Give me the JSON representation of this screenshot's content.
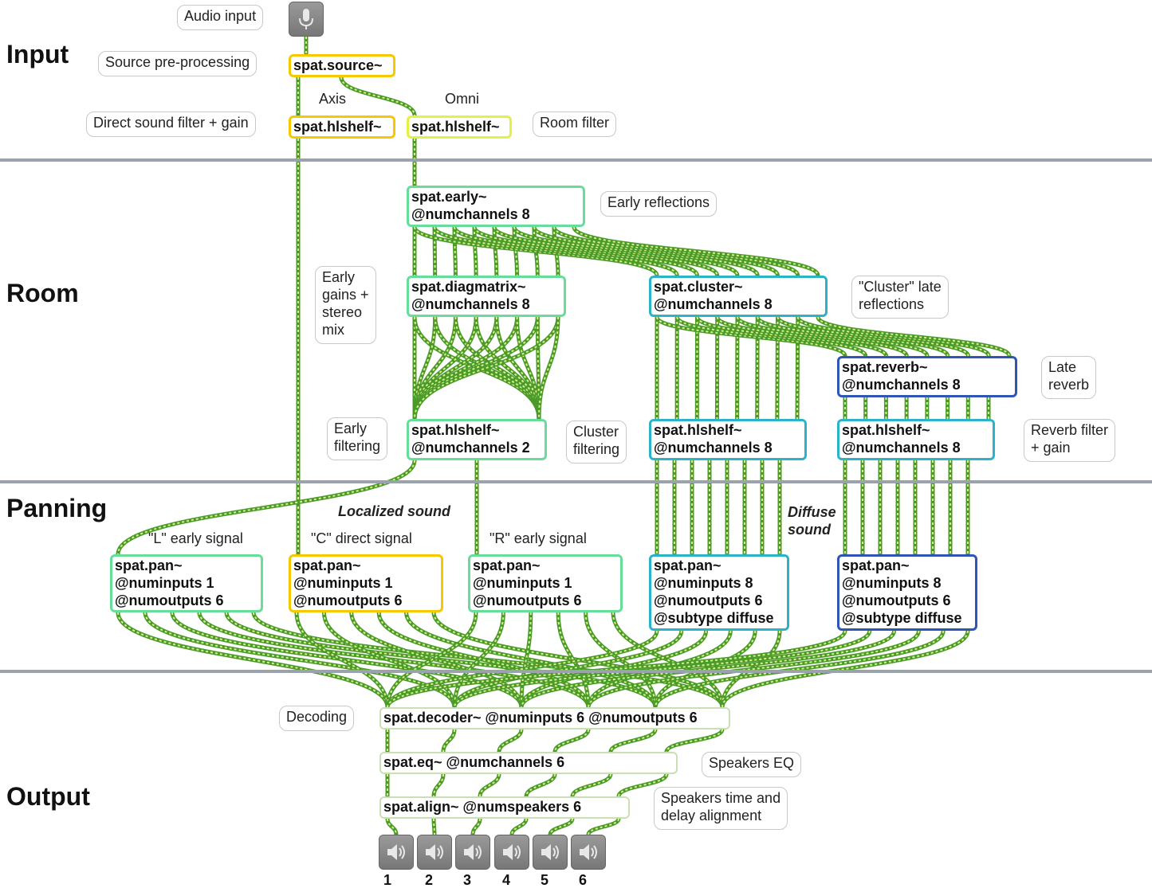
{
  "sections": {
    "input": "Input",
    "room": "Room",
    "panning": "Panning",
    "output": "Output"
  },
  "objects": {
    "source": "spat.source~",
    "hlshelf_axis": "spat.hlshelf~",
    "hlshelf_omni": "spat.hlshelf~",
    "early": [
      "spat.early~",
      "@numchannels 8"
    ],
    "diagmatrix": [
      "spat.diagmatrix~",
      "@numchannels 8"
    ],
    "cluster": [
      "spat.cluster~",
      "@numchannels 8"
    ],
    "reverb": [
      "spat.reverb~",
      "@numchannels 8"
    ],
    "hlshelf_early": [
      "spat.hlshelf~",
      "@numchannels 2"
    ],
    "hlshelf_cluster": [
      "spat.hlshelf~",
      "@numchannels 8"
    ],
    "hlshelf_reverb": [
      "spat.hlshelf~",
      "@numchannels 8"
    ],
    "pan_l": [
      "spat.pan~",
      "@numinputs 1",
      "@numoutputs 6"
    ],
    "pan_c": [
      "spat.pan~",
      "@numinputs 1",
      "@numoutputs 6"
    ],
    "pan_r": [
      "spat.pan~",
      "@numinputs 1",
      "@numoutputs 6"
    ],
    "pan_cluster": [
      "spat.pan~",
      "@numinputs 8",
      "@numoutputs 6",
      "@subtype diffuse"
    ],
    "pan_reverb": [
      "spat.pan~",
      "@numinputs 8",
      "@numoutputs 6",
      "@subtype diffuse"
    ],
    "decoder": "spat.decoder~ @numinputs 6 @numoutputs 6",
    "eq": "spat.eq~ @numchannels 6",
    "align": "spat.align~ @numspeakers 6"
  },
  "comments": {
    "audio_input": "Audio input",
    "source_preprocessing": "Source pre-processing",
    "direct_filter": "Direct sound filter + gain",
    "room_filter": "Room filter",
    "early_reflections": "Early reflections",
    "early_gains": [
      "Early",
      "gains +",
      "stereo",
      "mix"
    ],
    "cluster_late": [
      "\"Cluster\" late",
      "reflections"
    ],
    "late_reverb": [
      "Late",
      "reverb"
    ],
    "early_filtering": [
      "Early",
      "filtering"
    ],
    "cluster_filtering": [
      "Cluster",
      "filtering"
    ],
    "reverb_filter": [
      "Reverb filter",
      "+ gain"
    ],
    "decoding": "Decoding",
    "speakers_eq": "Speakers EQ",
    "speakers_align": [
      "Speakers time and",
      "delay alignment"
    ]
  },
  "labels": {
    "axis": "Axis",
    "omni": "Omni",
    "localized": "Localized sound",
    "diffuse": [
      "Diffuse",
      "sound"
    ],
    "l_signal": "\"L\" early signal",
    "c_signal": "\"C\" direct signal",
    "r_signal": "\"R\" early signal"
  },
  "icons": {
    "mic": "microphone-icon",
    "speaker": "speaker-icon"
  },
  "speakers": [
    "1",
    "2",
    "3",
    "4",
    "5",
    "6"
  ],
  "colors": {
    "cable": "#4a9a2a",
    "cable_dash": "#d8f08a",
    "green_box": "#66dd99",
    "yellow_box": "#f5c800",
    "teal_box": "#2bb3c8",
    "blue_box": "#2f55b5",
    "separator": "#9aa2ac"
  }
}
